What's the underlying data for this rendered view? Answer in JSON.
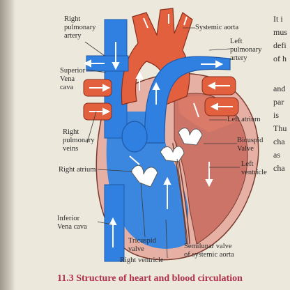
{
  "labels": {
    "right_pulmonary_artery": "Right\npulmonary\nartery",
    "systemic_aorta": "Systemic aorta",
    "left_pulmonary_artery": "Left\npulmonary\nartery",
    "superior_vena_cava": "Superior\nVena\ncava",
    "left_atrium": "Left atrium",
    "right_pulmonary_veins": "Right\npulmonary\nveins",
    "bicuspid_valve": "Bicuspid\nValve",
    "left_ventricle": "Left\nventricle",
    "right_atrium": "Right atrium",
    "inferior_vena_cava": "Inferior\nVena cava",
    "tricuspid_valve": "Tricuspid\nvalve",
    "right_ventricle": "Right ventricle",
    "semilunar_valve": "Semilunar valve\nof systemic aorta"
  },
  "caption": "11.3 Structure of heart and blood circulation",
  "side_text": [
    {
      "id": "line1",
      "text": "It i"
    },
    {
      "id": "line2",
      "text": "mus"
    },
    {
      "id": "line3",
      "text": "defi"
    },
    {
      "id": "line4",
      "text": "of h"
    },
    {
      "id": "line5",
      "text": "and"
    },
    {
      "id": "line6",
      "text": "par"
    },
    {
      "id": "line7",
      "text": "is"
    },
    {
      "id": "line8",
      "text": "Thu"
    },
    {
      "id": "line9",
      "text": "cha"
    },
    {
      "id": "line10",
      "text": "as"
    },
    {
      "id": "line11",
      "text": "cha"
    }
  ],
  "colors": {
    "deoxygenated": "#2f80e0",
    "oxygenated": "#e2603e",
    "chamber_wall": "#e3a59b",
    "page": "#ece8dc",
    "caption": "#b0314a"
  }
}
